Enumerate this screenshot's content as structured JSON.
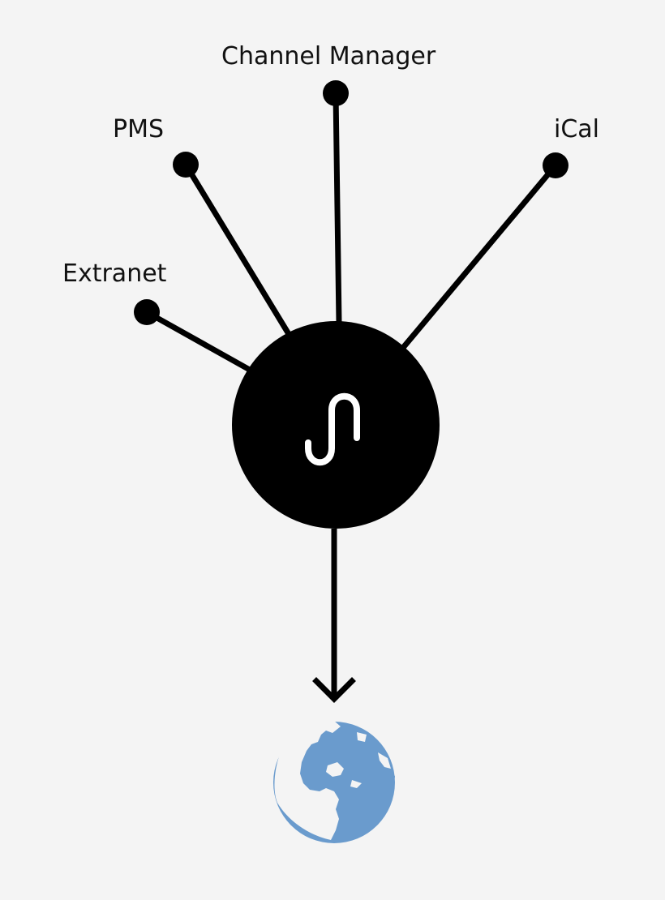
{
  "nodes": {
    "channel_manager": "Channel Manager",
    "pms": "PMS",
    "ical": "iCal",
    "extranet": "Extranet"
  },
  "hub": {
    "icon": "link-logo-icon"
  },
  "output": {
    "icon": "globe-icon"
  },
  "colors": {
    "background": "#f4f4f4",
    "lines": "#000000",
    "hub_fill": "#000000",
    "hub_icon": "#ffffff",
    "globe": "#6a9bcd"
  }
}
